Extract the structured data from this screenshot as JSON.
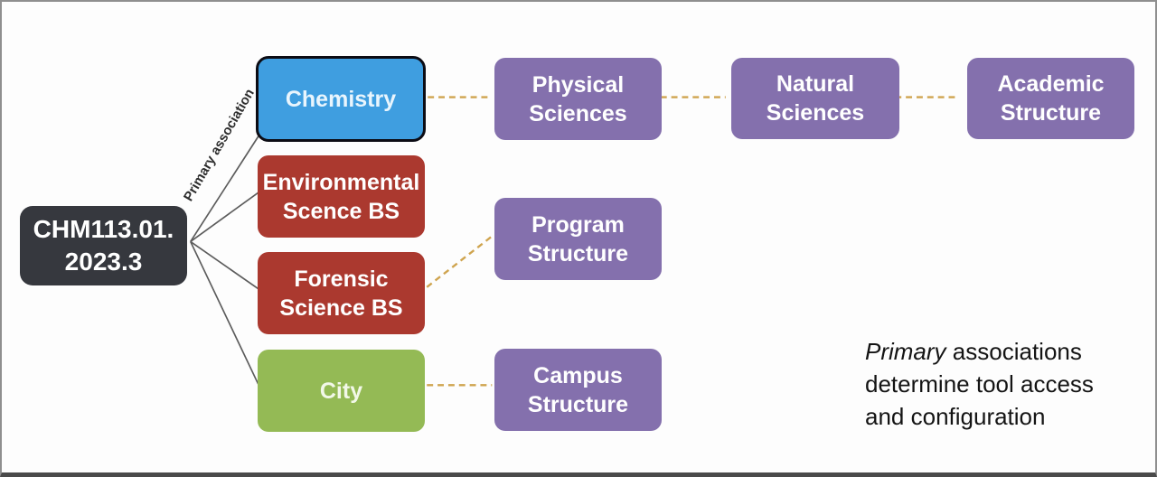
{
  "diagram": {
    "nodes": {
      "course": {
        "lines": [
          "CHM113.01.",
          "2023.3"
        ],
        "color": "#36383e"
      },
      "chemistry": {
        "label": "Chemistry",
        "color": "#3f9ee0",
        "is_primary": true
      },
      "environmental": {
        "label": "Environmental Scence BS",
        "color": "#ab392f"
      },
      "forensic": {
        "label": "Forensic Science BS",
        "color": "#ab392f"
      },
      "city": {
        "label": "City",
        "color": "#94ba55"
      },
      "physical": {
        "label": "Physical Sciences",
        "color": "#8470ad"
      },
      "natural": {
        "label": "Natural Sciences",
        "color": "#8470ad"
      },
      "academic": {
        "label": "Academic Structure",
        "color": "#8470ad"
      },
      "program": {
        "label": "Program Structure",
        "color": "#8470ad"
      },
      "campus": {
        "label": "Campus Structure",
        "color": "#8470ad"
      }
    },
    "edges": {
      "primary_label": "Primary association",
      "solid_color": "#5c5c5c",
      "dashed_color": "#cfa44f"
    },
    "caption": {
      "italic": "Primary",
      "rest": " associations determine tool access and configuration"
    }
  }
}
